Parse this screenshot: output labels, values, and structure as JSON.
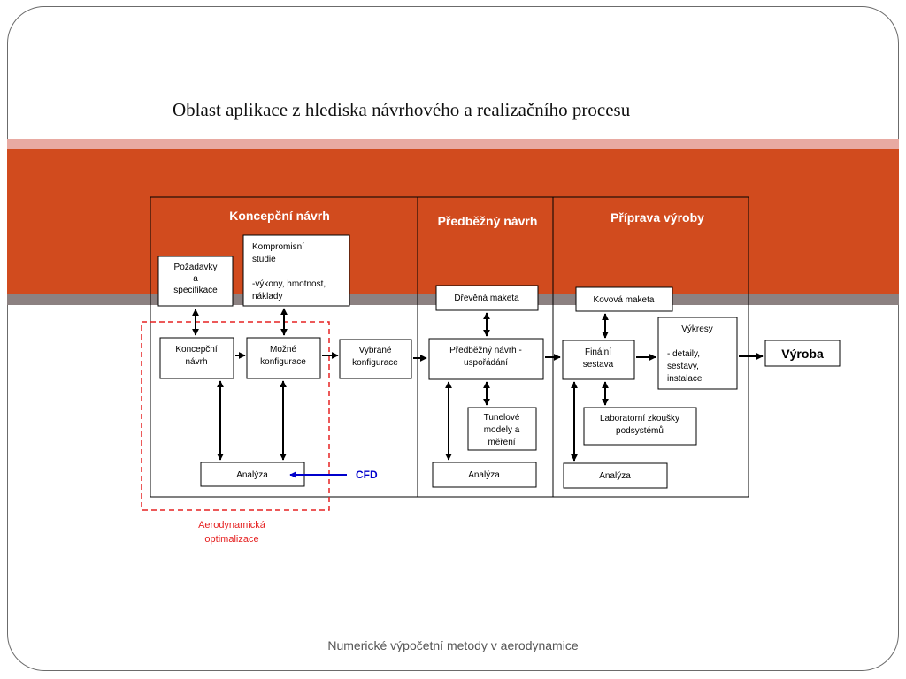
{
  "title": "Oblast aplikace z hlediska návrhového a realizačního procesu",
  "footer": "Numerické výpočetní metody v aerodynamice",
  "colors": {
    "red_band": "#d14b1e",
    "pink_band": "#e8aaa2",
    "gray_band": "#8c8181",
    "cfd_blue": "#0000cc",
    "aero_red": "#e52222"
  },
  "sections": {
    "concept": "Koncepční návrh",
    "preliminary": "Předběžný návrh",
    "production_prep": "Příprava výroby"
  },
  "boxes": {
    "requirements": [
      "Požadavky",
      "a",
      "specifikace"
    ],
    "compromise": [
      "Kompromisní",
      "studie",
      "",
      "-výkony, hmotnost,",
      "náklady"
    ],
    "concept_design": [
      "Koncepční",
      "návrh"
    ],
    "possible_configs": [
      "Možné",
      "konfigurace"
    ],
    "selected_configs": [
      "Vybrané",
      "konfigurace"
    ],
    "analysis1": "Analýza",
    "wooden_model": "Dřevěná maketa",
    "prelim_layout": [
      "Předběžný návrh -",
      "uspořádání"
    ],
    "tunnel_models": [
      "Tunelové",
      "modely a",
      "měření"
    ],
    "analysis2": "Analýza",
    "metal_model": "Kovová maketa",
    "final_assembly": [
      "Finální",
      "sestava"
    ],
    "drawings": [
      "Výkresy",
      "",
      "- detaily,",
      "sestavy,",
      "instalace"
    ],
    "lab_tests": [
      "Laboratorní zkoušky",
      "podsystémů"
    ],
    "analysis3": "Analýza",
    "production": "Výroba"
  },
  "cfd_label": "CFD",
  "aero_label": [
    "Aerodynamická",
    "optimalizace"
  ]
}
